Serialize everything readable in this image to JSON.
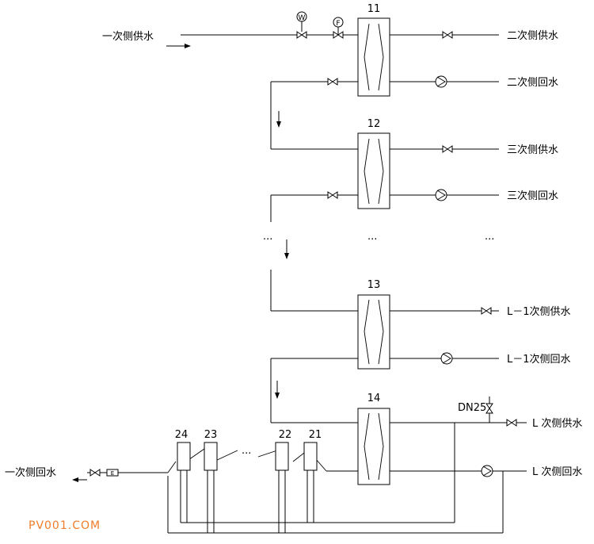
{
  "labels": {
    "primary_supply": "一次侧供水",
    "primary_return": "一次侧回水",
    "sec_supply_2": "二次侧供水",
    "sec_return_2": "二次侧回水",
    "sec_supply_3": "三次侧供水",
    "sec_return_3": "三次侧回水",
    "sec_supply_l1": "L－1次侧供水",
    "sec_return_l1": "L－1次侧回水",
    "sec_supply_l": "L 次侧供水",
    "sec_return_l": "L 次侧回水",
    "dn25": "DN25"
  },
  "exchangers": [
    "11",
    "12",
    "13",
    "14"
  ],
  "heaters": [
    "24",
    "23",
    "22",
    "21"
  ],
  "ellipses": [
    "···",
    "···",
    "···",
    "···",
    "···"
  ],
  "instruments": {
    "gauge": "W",
    "meter": "F",
    "valve_tag": "E"
  },
  "watermark": "PV001.COM",
  "colors": {
    "line": "#000000",
    "watermark": "#f07c2a"
  }
}
